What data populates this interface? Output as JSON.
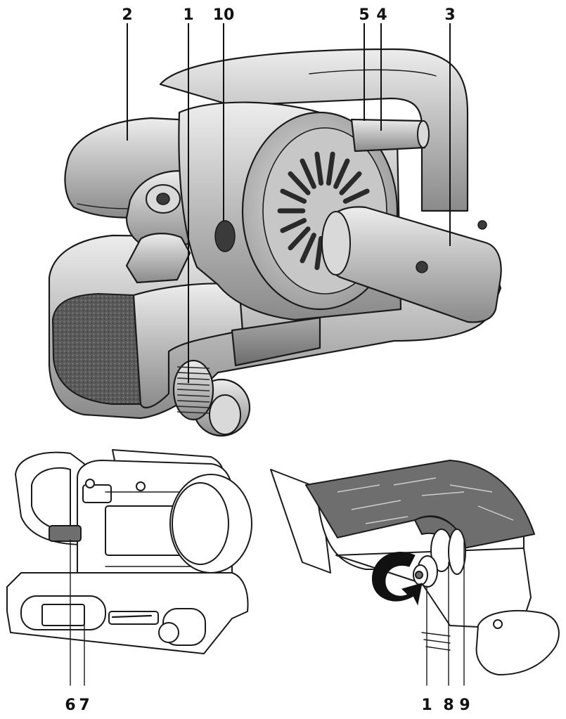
{
  "callouts": {
    "c2": "2",
    "c1_top": "1",
    "c10": "10",
    "c5": "5",
    "c4": "4",
    "c3": "3",
    "c6": "6",
    "c7": "7",
    "c1_bottom": "1",
    "c8": "8",
    "c9": "9"
  },
  "icons": [
    "belt-sander-main-illustration",
    "belt-sander-side-illustration",
    "belt-tracking-knob-detail-illustration",
    "rotation-arrow-icon"
  ]
}
